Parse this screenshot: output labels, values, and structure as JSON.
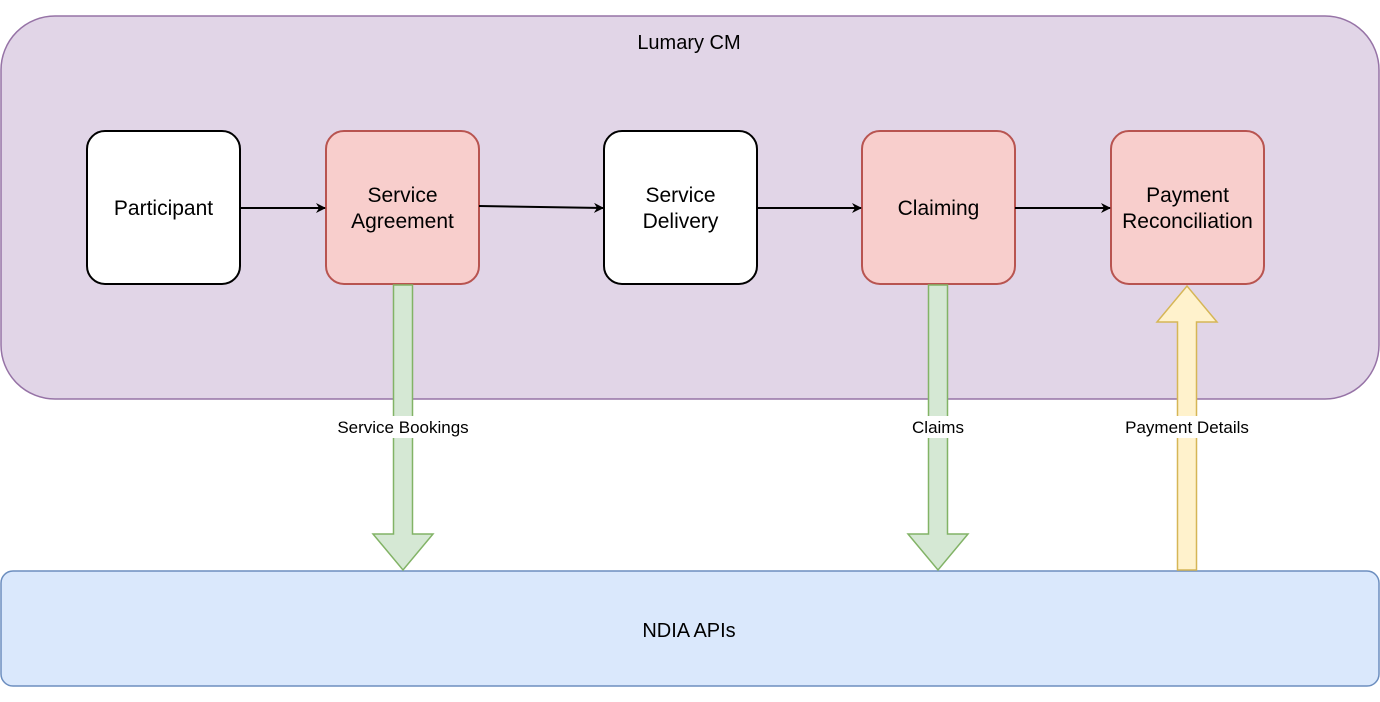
{
  "containers": {
    "top": {
      "label": "Lumary CM",
      "fill": "#e1d5e7",
      "stroke": "#9673a6"
    },
    "bottom": {
      "label": "NDIA APIs",
      "fill": "#dae8fc",
      "stroke": "#6c8ebf"
    }
  },
  "nodes": [
    {
      "id": "participant",
      "lines": [
        "Participant"
      ],
      "fill": "#ffffff",
      "stroke": "#000000"
    },
    {
      "id": "service-agreement",
      "lines": [
        "Service",
        "Agreement"
      ],
      "fill": "#f8cecc",
      "stroke": "#b85450"
    },
    {
      "id": "service-delivery",
      "lines": [
        "Service",
        "Delivery"
      ],
      "fill": "#ffffff",
      "stroke": "#000000"
    },
    {
      "id": "claiming",
      "lines": [
        "Claiming"
      ],
      "fill": "#f8cecc",
      "stroke": "#b85450"
    },
    {
      "id": "payment-reconciliation",
      "lines": [
        "Payment",
        "Reconciliation"
      ],
      "fill": "#f8cecc",
      "stroke": "#b85450"
    }
  ],
  "flows": [
    {
      "id": "service-bookings",
      "label": "Service Bookings",
      "direction": "down",
      "fill": "#d5e8d4",
      "stroke": "#82b366"
    },
    {
      "id": "claims",
      "label": "Claims",
      "direction": "down",
      "fill": "#d5e8d4",
      "stroke": "#82b366"
    },
    {
      "id": "payment-details",
      "label": "Payment Details",
      "direction": "up",
      "fill": "#fff2cc",
      "stroke": "#d6b656"
    }
  ]
}
